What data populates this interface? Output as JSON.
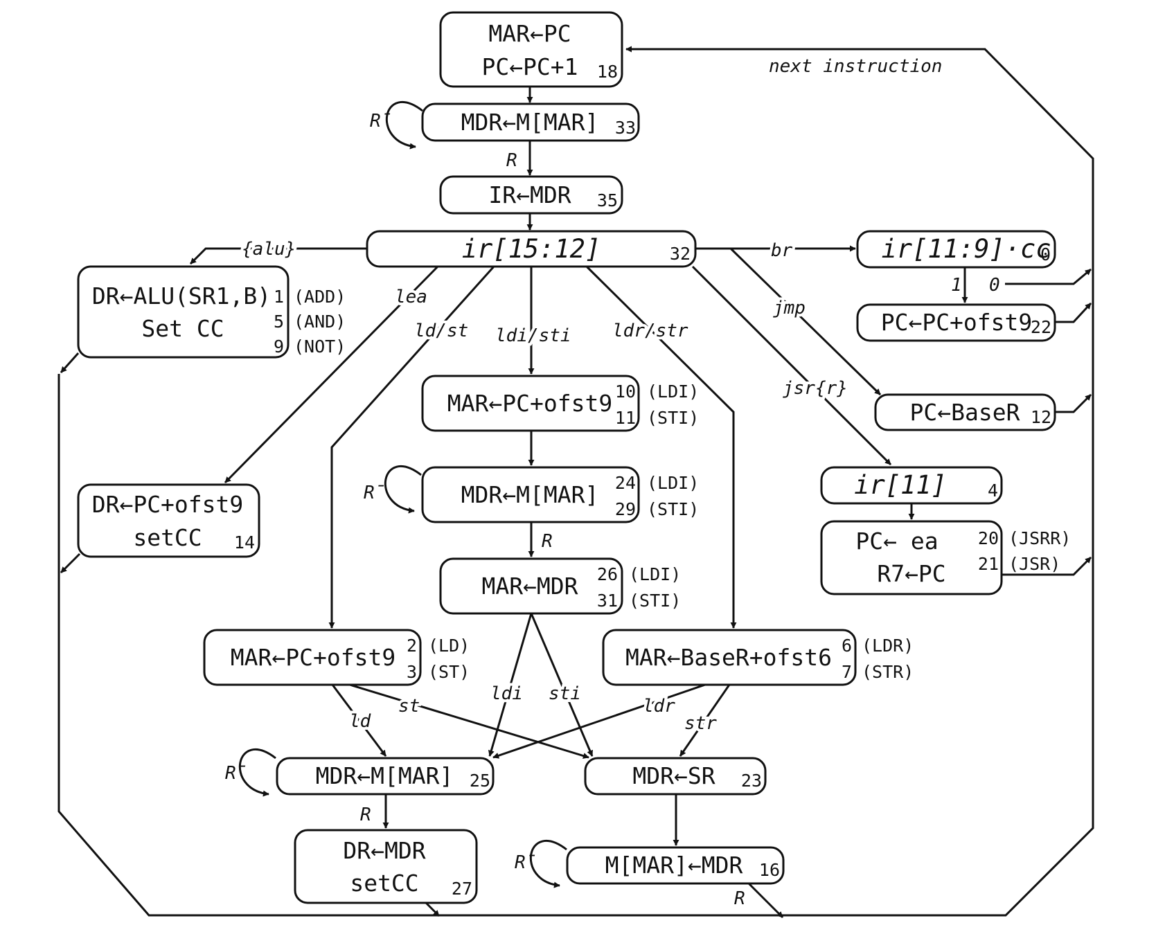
{
  "nodes": {
    "fetch1": {
      "lines": [
        "MAR←PC",
        "PC←PC+1"
      ],
      "state": "18"
    },
    "fetch2": {
      "lines": [
        "MDR←M[MAR]"
      ],
      "state": "33"
    },
    "fetch3": {
      "lines": [
        "IR←MDR"
      ],
      "state": "35"
    },
    "decode": {
      "lines": [
        "ir[15:12]"
      ],
      "state": "32"
    },
    "alu": {
      "lines": [
        "DR←ALU(SR1,B)",
        "Set CC"
      ],
      "states": [
        "1",
        "5",
        "9"
      ],
      "notes": [
        "(ADD)",
        "(AND)",
        "(NOT)"
      ]
    },
    "lea": {
      "lines": [
        "DR←PC+ofst9",
        "setCC"
      ],
      "state": "14"
    },
    "ldi1": {
      "lines": [
        "MAR←PC+ofst9"
      ],
      "states": [
        "10",
        "11"
      ],
      "notes": [
        "(LDI)",
        "(STI)"
      ]
    },
    "ldi2": {
      "lines": [
        "MDR←M[MAR]"
      ],
      "states": [
        "24",
        "29"
      ],
      "notes": [
        "(LDI)",
        "(STI)"
      ]
    },
    "ldi3": {
      "lines": [
        "MAR←MDR"
      ],
      "states": [
        "26",
        "31"
      ],
      "notes": [
        "(LDI)",
        "(STI)"
      ]
    },
    "ldst": {
      "lines": [
        "MAR←PC+ofst9"
      ],
      "states": [
        "2",
        "3"
      ],
      "notes": [
        "(LD)",
        "(ST)"
      ]
    },
    "ldrstr": {
      "lines": [
        "MAR←BaseR+ofst6"
      ],
      "states": [
        "6",
        "7"
      ],
      "notes": [
        "(LDR)",
        "(STR)"
      ]
    },
    "load1": {
      "lines": [
        "MDR←M[MAR]"
      ],
      "state": "25"
    },
    "load2": {
      "lines": [
        "DR←MDR",
        "setCC"
      ],
      "state": "27"
    },
    "store1": {
      "lines": [
        "MDR←SR"
      ],
      "state": "23"
    },
    "store2": {
      "lines": [
        "M[MAR]←MDR"
      ],
      "state": "16"
    },
    "br": {
      "lines": [
        "ir[11:9]·cc"
      ],
      "state": "0"
    },
    "br2": {
      "lines": [
        "PC←PC+ofst9"
      ],
      "state": "22"
    },
    "jmp": {
      "lines": [
        "PC←BaseR"
      ],
      "state": "12"
    },
    "jsr": {
      "lines": [
        "ir[11]"
      ],
      "state": "4"
    },
    "jsr2": {
      "lines": [
        "PC← ea",
        "R7←PC"
      ],
      "states": [
        "20",
        "21"
      ],
      "notes": [
        "(JSRR)",
        "(JSR)"
      ]
    }
  },
  "edge_labels": {
    "next": "next instruction",
    "alu": "{alu}",
    "lea": "lea",
    "ldst": "ld/st",
    "ldisti": "ldi/sti",
    "ldrstr": "ldr/str",
    "br": "br",
    "jmp": "jmp",
    "jsr": "jsr{r}",
    "br_one": "1",
    "br_zero": "0",
    "r": "R",
    "rbar": "R̄",
    "ld": "ld",
    "st": "st",
    "ldi": "ldi",
    "sti": "sti",
    "ldr": "ldr",
    "str": "str"
  }
}
